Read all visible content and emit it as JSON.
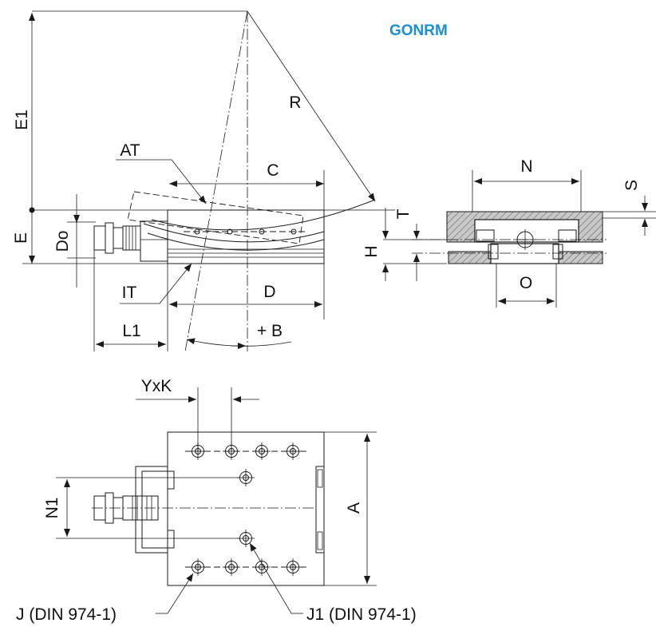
{
  "title": "GONRM",
  "colors": {
    "title": "#1a8fd1",
    "line": "#1a1a1a",
    "hatch": "#c8c8c8"
  },
  "labels": {
    "E1": "E1",
    "R": "R",
    "AT": "AT",
    "C": "C",
    "E": "E",
    "Do": "Do",
    "IT": "IT",
    "D": "D",
    "L1": "L1",
    "B": "+ B",
    "N": "N",
    "S": "S",
    "T": "T",
    "H": "H",
    "O": "O",
    "YxK": "YxK",
    "N1": "N1",
    "A": "A",
    "J": "J (DIN 974-1)",
    "J1": "J1 (DIN 974-1)"
  }
}
